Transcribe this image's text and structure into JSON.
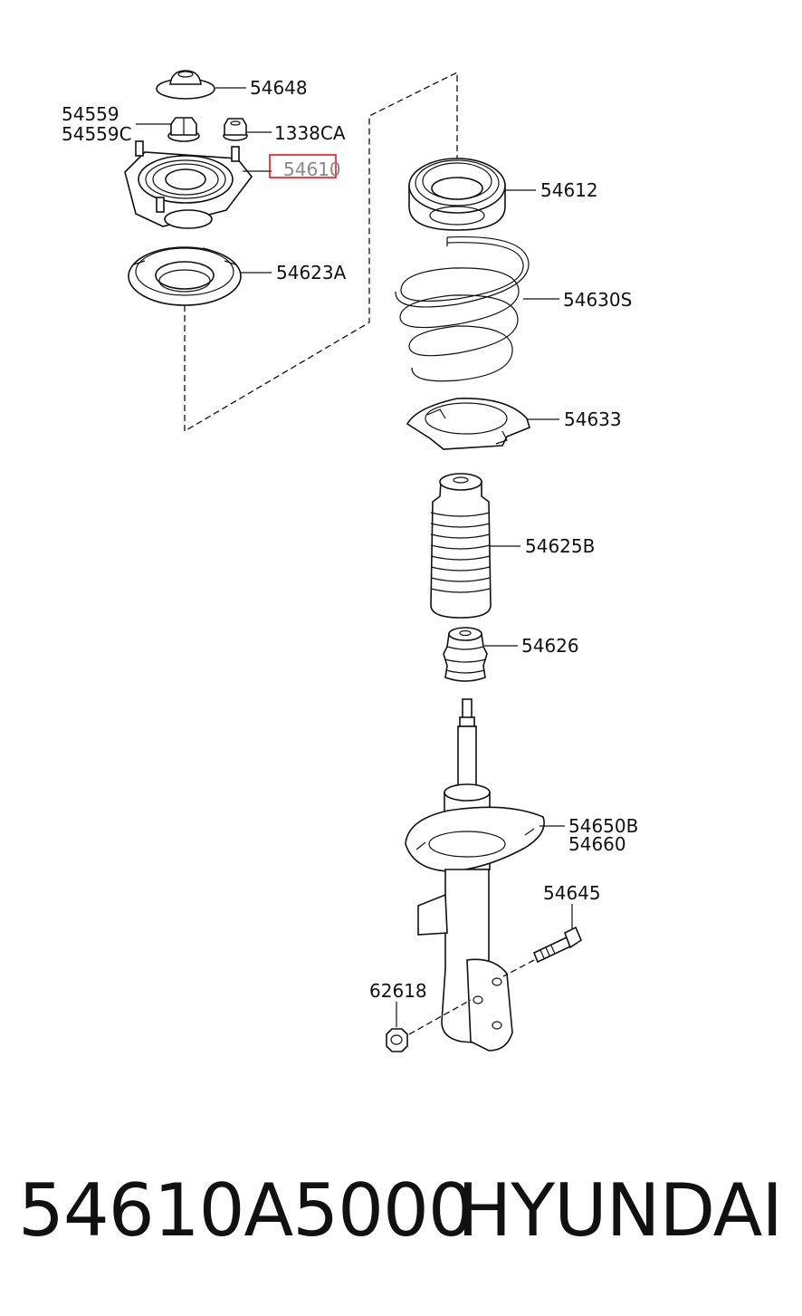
{
  "labels": {
    "p54648": "54648",
    "p54559": "54559",
    "p54559C": "54559C",
    "p1338CA": "1338CA",
    "p54610": "54610",
    "p54623A": "54623A",
    "p54612": "54612",
    "p54630S": "54630S",
    "p54633": "54633",
    "p54625B": "54625B",
    "p54626": "54626",
    "p54650B": "54650B",
    "p54660": "54660",
    "p54645": "54645",
    "p62618": "62618"
  },
  "highlight_color": "#e0181b",
  "footer": {
    "part_number": "54610A5000",
    "brand": "HYUNDAI"
  }
}
